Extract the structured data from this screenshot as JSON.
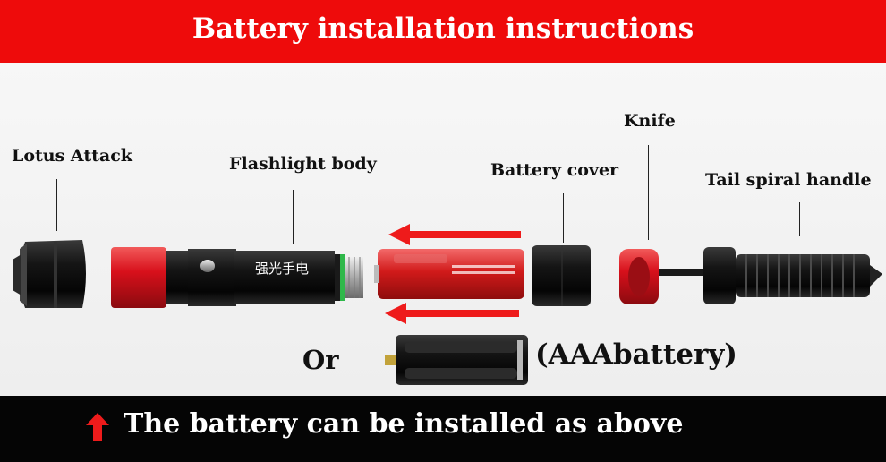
{
  "header": {
    "title": "Battery installation instructions"
  },
  "parts": {
    "lotus_attack": "Lotus Attack",
    "flashlight_body": "Flashlight body",
    "battery_cover": "Battery cover",
    "knife": "Knife",
    "tail_handle": "Tail spiral handle"
  },
  "body_print": "强光手电",
  "alternative": {
    "or_label": "Or",
    "aaa_label": "(AAAbattery)"
  },
  "footer": {
    "text": "The battery can be installed as above",
    "icon": "arrow-up-icon"
  },
  "colors": {
    "header_bg": "#ee0b0b",
    "footer_bg": "#050505",
    "accent_red": "#d8101b",
    "arrow_red": "#ee1b1b"
  }
}
